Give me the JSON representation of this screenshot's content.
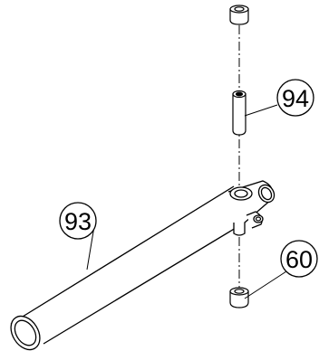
{
  "callouts": [
    {
      "id": "top-cap-icon",
      "label": ""
    },
    {
      "id": "pin",
      "label": "94"
    },
    {
      "id": "tube",
      "label": "93"
    },
    {
      "id": "bottom-cap",
      "label": "60"
    }
  ],
  "colors": {
    "line": "#000000",
    "background": "#ffffff"
  }
}
